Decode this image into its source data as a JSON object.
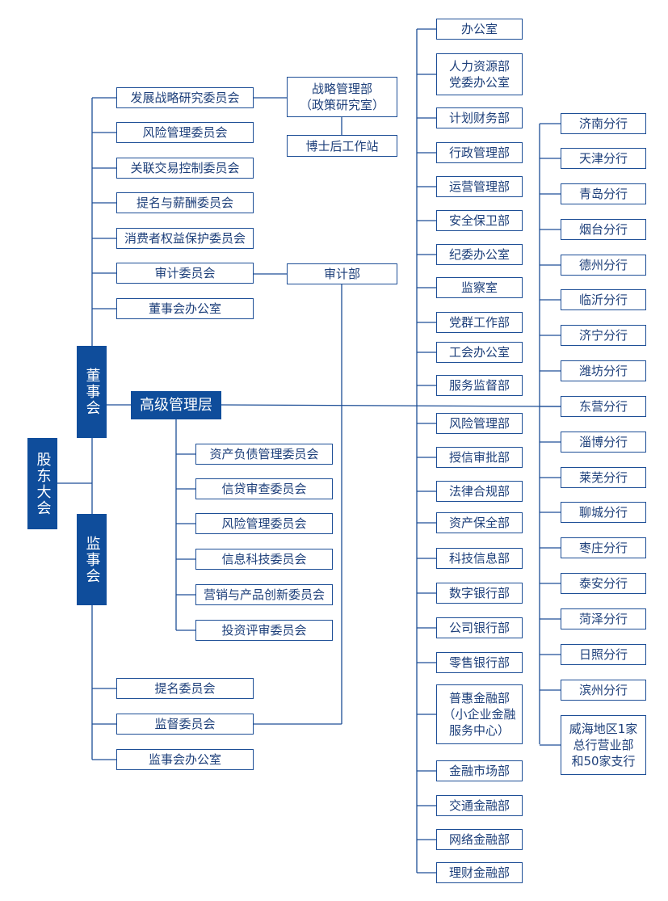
{
  "shareholders": "股东大会",
  "board": "董事会",
  "supervisors": "监事会",
  "senior_management": "高级管理层",
  "board_committees": [
    "发展战略研究委员会",
    "风险管理委员会",
    "关联交易控制委员会",
    "提名与薪酬委员会",
    "消费者权益保护委员会",
    "审计委员会",
    "董事会办公室"
  ],
  "strategy_dept": "战略管理部\n（政策研究室）",
  "postdoc": "博士后工作站",
  "audit_dept": "审计部",
  "mgmt_committees": [
    "资产负债管理委员会",
    "信贷审查委员会",
    "风险管理委员会",
    "信息科技委员会",
    "营销与产品创新委员会",
    "投资评审委员会"
  ],
  "supervisor_committees": [
    "提名委员会",
    "监督委员会",
    "监事会办公室"
  ],
  "departments": [
    "办公室",
    "人力资源部\n党委办公室",
    "计划财务部",
    "行政管理部",
    "运营管理部",
    "安全保卫部",
    "纪委办公室",
    "监察室",
    "党群工作部",
    "工会办公室",
    "服务监督部",
    "风险管理部",
    "授信审批部",
    "法律合规部",
    "资产保全部",
    "科技信息部",
    "数字银行部",
    "公司银行部",
    "零售银行部",
    "普惠金融部\n（小企业金融\n服务中心）",
    "金融市场部",
    "交通金融部",
    "网络金融部",
    "理财金融部"
  ],
  "branches": [
    "济南分行",
    "天津分行",
    "青岛分行",
    "烟台分行",
    "德州分行",
    "临沂分行",
    "济宁分行",
    "潍坊分行",
    "东营分行",
    "淄博分行",
    "莱芜分行",
    "聊城分行",
    "枣庄分行",
    "泰安分行",
    "菏泽分行",
    "日照分行",
    "滨州分行",
    "威海地区1家\n总行营业部\n和50家支行"
  ],
  "colors": {
    "dark_box": "#0f4d9b",
    "line": "#1d4e96",
    "text": "#1d3f7a"
  }
}
